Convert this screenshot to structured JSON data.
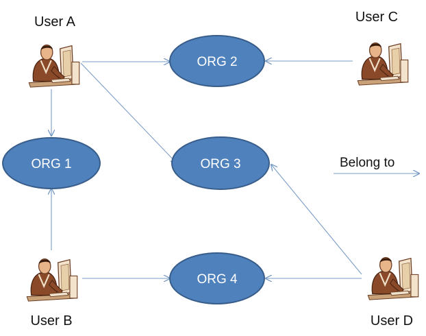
{
  "colors": {
    "org_fill": "#4f81bd",
    "org_stroke": "#385d8a",
    "arrow": "#7a9cc6",
    "label_text": "#111111",
    "org_text": "#ffffff"
  },
  "users": {
    "a": {
      "label": "User A",
      "icon": "user-at-computer-icon"
    },
    "b": {
      "label": "User B",
      "icon": "user-at-computer-icon"
    },
    "c": {
      "label": "User C",
      "icon": "user-at-computer-icon"
    },
    "d": {
      "label": "User D",
      "icon": "user-at-computer-icon"
    }
  },
  "orgs": {
    "org1": {
      "label": "ORG 1"
    },
    "org2": {
      "label": "ORG 2"
    },
    "org3": {
      "label": "ORG 3"
    },
    "org4": {
      "label": "ORG 4"
    }
  },
  "legend": {
    "label": "Belong to"
  },
  "relations": [
    {
      "from": "User A",
      "to": "ORG 1"
    },
    {
      "from": "User A",
      "to": "ORG 2"
    },
    {
      "from": "User A",
      "to": "ORG 3"
    },
    {
      "from": "User B",
      "to": "ORG 1"
    },
    {
      "from": "User B",
      "to": "ORG 4"
    },
    {
      "from": "User C",
      "to": "ORG 2"
    },
    {
      "from": "User D",
      "to": "ORG 3"
    },
    {
      "from": "User D",
      "to": "ORG 4"
    }
  ]
}
